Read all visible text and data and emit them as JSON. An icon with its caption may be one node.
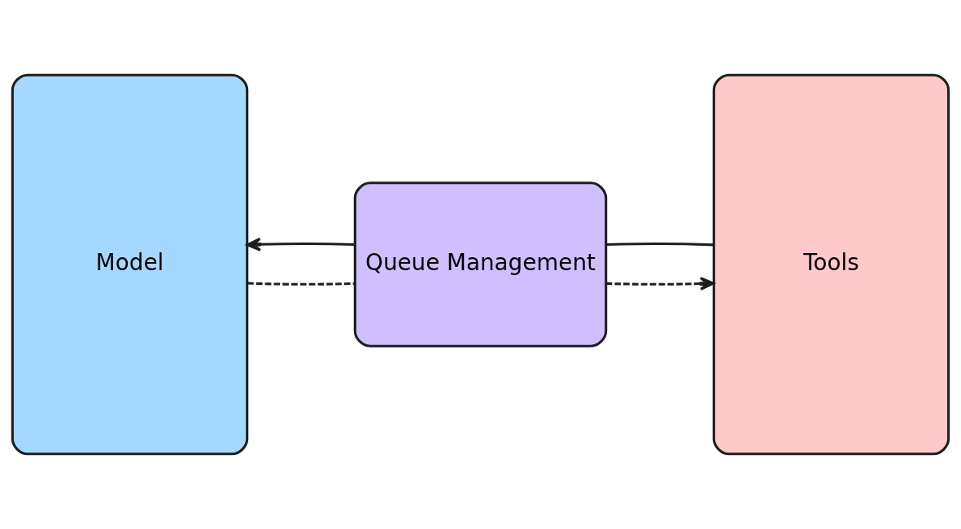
{
  "diagram": {
    "nodes": [
      {
        "text": [
          "Model"
        ]
      },
      {
        "text": [
          "Queue Management"
        ]
      },
      {
        "text": [
          "Tools"
        ]
      }
    ],
    "edges": [
      {
        "from": 0,
        "to": 1,
        "arrow": "none",
        "style": "dashed"
      },
      {
        "from": 1,
        "to": 2,
        "arrow": "to",
        "style": "dashed"
      },
      {
        "from": 2,
        "to": 1,
        "arrow": "none"
      },
      {
        "from": 1,
        "to": 0,
        "arrow": "to"
      }
    ]
  }
}
